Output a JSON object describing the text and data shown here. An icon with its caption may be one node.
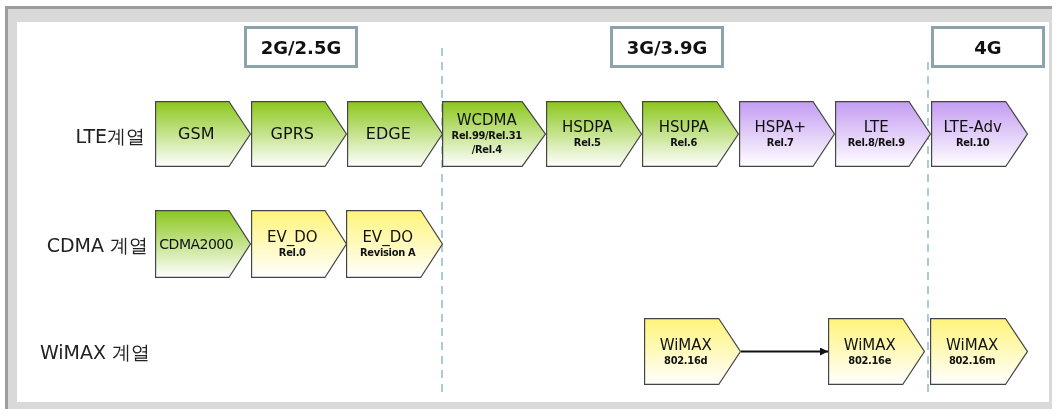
{
  "diagram": {
    "nodes": [
      {
        "text": [
          "2G/2.5G"
        ]
      },
      {
        "text": [
          "3G/3.9G"
        ]
      },
      {
        "text": [
          "4G"
        ]
      },
      {
        "text": [
          "GSM"
        ]
      },
      {
        "text": [
          "GPRS"
        ]
      },
      {
        "text": [
          "EDGE"
        ]
      },
      {
        "text": [
          "WCDMA",
          "Rel.99/Rel.31 /Rel.4"
        ]
      },
      {
        "text": [
          "HSDPA",
          "Rel.5"
        ]
      },
      {
        "text": [
          "HSUPA",
          "Rel.6"
        ]
      },
      {
        "text": [
          "HSPA+",
          "Rel.7"
        ]
      },
      {
        "text": [
          "LTE",
          "Rel.8/Rel.9"
        ]
      },
      {
        "text": [
          "LTE-Adv",
          "Rel.10"
        ]
      },
      {
        "text": [
          "CDMA2000"
        ]
      },
      {
        "text": [
          "EV_DO",
          "Rel.0"
        ]
      },
      {
        "text": [
          "EV_DO",
          "Revision A"
        ]
      },
      {
        "text": [
          "WiMAX",
          "802.16d"
        ]
      },
      {
        "text": [
          "WiMAX",
          "802.16e"
        ]
      },
      {
        "text": [
          "WiMAX",
          "802.16m"
        ]
      }
    ],
    "edges": [
      {
        "from": 15,
        "to": 16,
        "arrow": "to"
      }
    ],
    "labels": [
      "LTE계열",
      "CDMA 계열",
      "WiMAX 계열"
    ]
  }
}
